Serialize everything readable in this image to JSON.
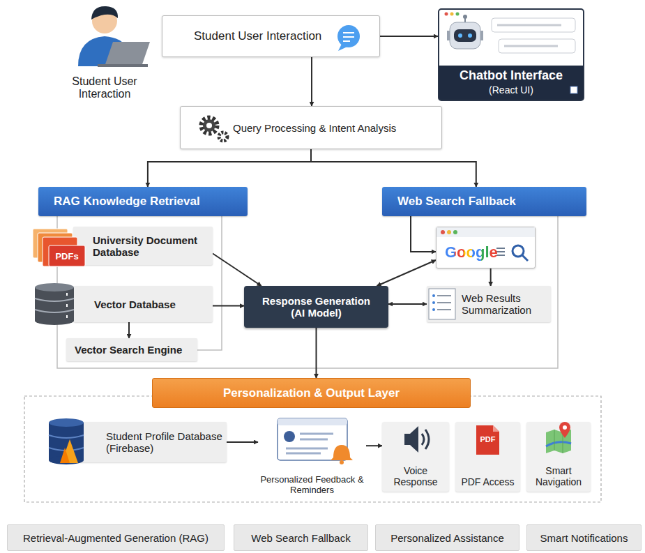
{
  "diagram": {
    "nodes": [
      {
        "text": [
          "Student User Interaction"
        ]
      },
      {
        "text": [
          "Chatbot Interface",
          "(React UI)"
        ]
      },
      {
        "text": [
          "Query Processing & Intent Analysis"
        ]
      },
      {
        "text": [
          "RAG Knowledge Retrieval"
        ]
      },
      {
        "text": [
          "Web Search Fallback"
        ]
      },
      {
        "text": [
          "University Document Database"
        ]
      },
      {
        "text": [
          "Vector Database"
        ]
      },
      {
        "text": [
          "Vector Search Engine"
        ]
      },
      {
        "text": [
          "Response Generation",
          "(AI Model)"
        ]
      },
      {
        "text": [
          "Google"
        ]
      },
      {
        "text": [
          "Web Results Summarization"
        ]
      },
      {
        "text": [
          "Personalization & Output Layer"
        ]
      },
      {
        "text": [
          "Student Profile Database (Firebase)"
        ],
        "in": 11
      },
      {
        "text": [
          "Personalized Feedback & Reminders"
        ],
        "in": 11
      },
      {
        "text": [
          "Voice Response"
        ],
        "in": 11
      },
      {
        "text": [
          "PDF Access"
        ],
        "in": 11
      },
      {
        "text": [
          "Smart Navigation"
        ],
        "in": 11
      },
      {
        "text": [
          "Retrieval-Augmented Generation (RAG)"
        ]
      },
      {
        "text": [
          "Web Search Fallback"
        ]
      },
      {
        "text": [
          "Personalized Assistance"
        ]
      },
      {
        "text": [
          "Smart Notifications"
        ]
      }
    ],
    "edges": [
      {
        "from": 0,
        "to": 1,
        "arrow": "to"
      },
      {
        "from": 0,
        "to": 2,
        "arrow": "to"
      },
      {
        "from": 2,
        "to": 3,
        "arrow": "to"
      },
      {
        "from": 2,
        "to": 4,
        "arrow": "to"
      },
      {
        "from": 5,
        "to": 8,
        "arrow": "to"
      },
      {
        "from": 6,
        "to": 8,
        "arrow": "to"
      },
      {
        "from": 6,
        "to": 7,
        "arrow": "to"
      },
      {
        "from": 4,
        "to": 9,
        "arrow": "to"
      },
      {
        "from": 9,
        "to": 8,
        "arrow": "both"
      },
      {
        "from": 9,
        "to": 10,
        "arrow": "to"
      },
      {
        "from": 10,
        "to": 8,
        "arrow": "both"
      },
      {
        "from": 8,
        "to": 11,
        "arrow": "to"
      },
      {
        "from": 12,
        "to": 13,
        "arrow": "to"
      },
      {
        "from": 13,
        "to": 14,
        "arrow": "to"
      }
    ],
    "labels": [
      "Student User Interaction",
      "PDFs",
      "PDF"
    ]
  }
}
